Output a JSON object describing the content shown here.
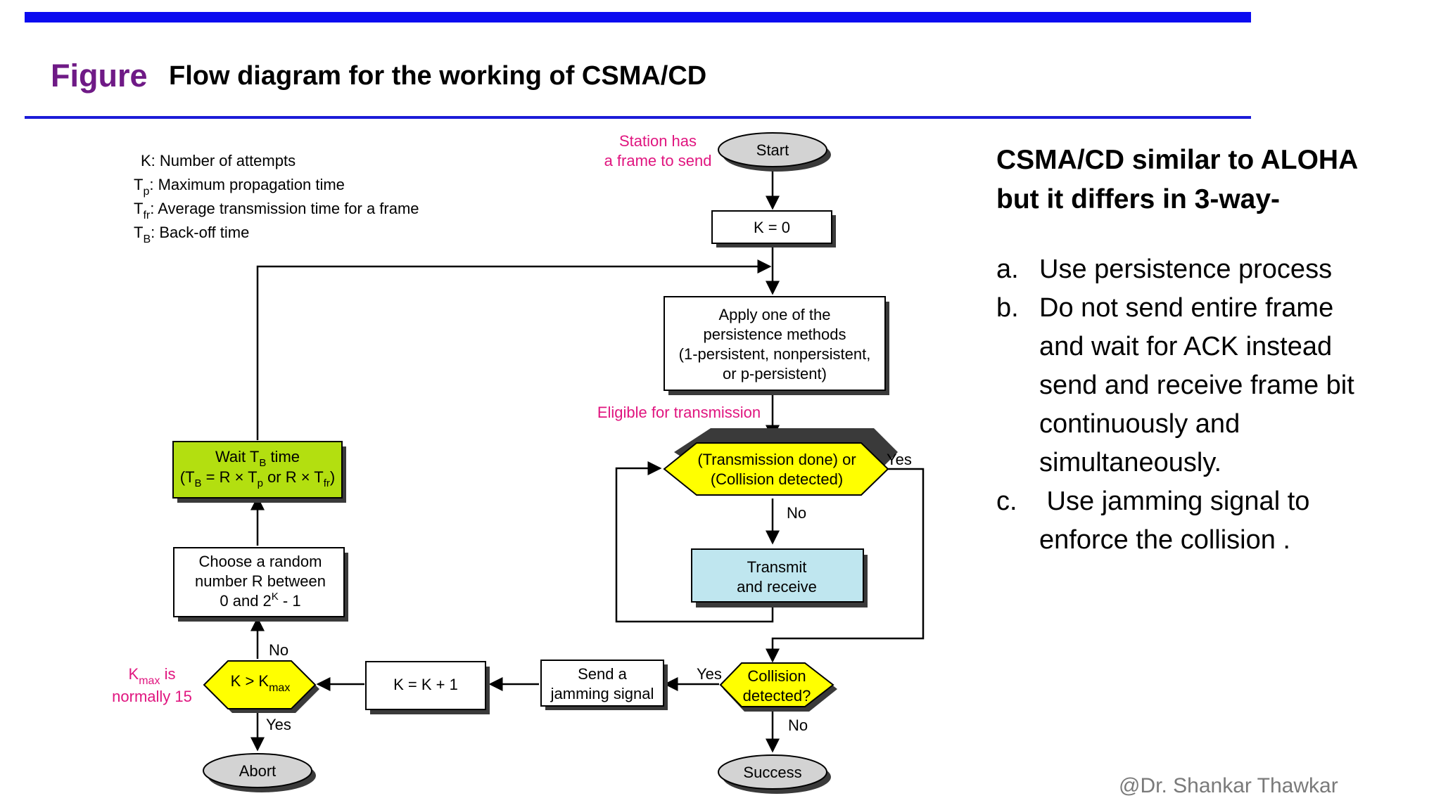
{
  "slide": {
    "figure_word": "Figure",
    "title": "Flow diagram for the working of CSMA/CD",
    "credit": "@Dr. Shankar Thawkar",
    "accent_colors": {
      "bar": "#0b0bf0",
      "figure_word": "#6f1a86",
      "annotation": "#e0157f"
    }
  },
  "legend": {
    "k": "K: Number of attempts",
    "tp": {
      "base": "T",
      "sub": "p",
      "rest": ": Maximum propagation time"
    },
    "tfr": {
      "base": "T",
      "sub": "fr",
      "rest": ": Average transmission time for a frame"
    },
    "tb": {
      "base": "T",
      "sub": "B",
      "rest": ": Back-off time"
    }
  },
  "nodes": {
    "start": "Start",
    "k_init": "K = 0",
    "persistence": [
      "Apply one of the",
      "persistence methods",
      "(1-persistent, nonpersistent,",
      "or p-persistent)"
    ],
    "tx_check": [
      "(Transmission done) or",
      "(Collision detected)"
    ],
    "transmit": [
      "Transmit",
      "and receive"
    ],
    "collision": [
      "Collision",
      "detected?"
    ],
    "success": "Success",
    "jam": [
      "Send a",
      "jamming signal"
    ],
    "k_inc": "K = K + 1",
    "kmax_check": {
      "a": "K > K",
      "sub": "max"
    },
    "abort": "Abort",
    "random": {
      "l1": "Choose a random",
      "l2": "number R between",
      "l3a": "0 and 2",
      "sup": "K",
      "l3b": " - 1"
    },
    "wait": {
      "l1a": "Wait T",
      "l1sub": "B",
      "l1b": " time",
      "l2a": "(T",
      "l2sub1": "B",
      "l2b": " = R × T",
      "l2sub2": "p",
      "l2c": " or R × T",
      "l2sub3": "fr",
      "l2d": ")"
    }
  },
  "annotations": {
    "station": [
      "Station has",
      "a frame to send"
    ],
    "eligible": "Eligible for transmission",
    "kmax_note": {
      "a": "K",
      "sub": "max",
      "b": " is",
      "l2": "normally 15"
    }
  },
  "edge_labels": {
    "yes": "Yes",
    "no": "No"
  },
  "right_panel": {
    "heading": [
      "CSMA/CD similar to ALOHA",
      "but it differs in 3-way-"
    ],
    "items": [
      {
        "marker": "a.",
        "lines": [
          "Use persistence process"
        ]
      },
      {
        "marker": "b.",
        "lines": [
          "Do not send entire frame",
          "and wait for ACK instead",
          "send and receive frame bit",
          "continuously and",
          "simultaneously."
        ]
      },
      {
        "marker": "c.",
        "lines": [
          " Use jamming signal to",
          "enforce the collision ."
        ]
      }
    ]
  }
}
